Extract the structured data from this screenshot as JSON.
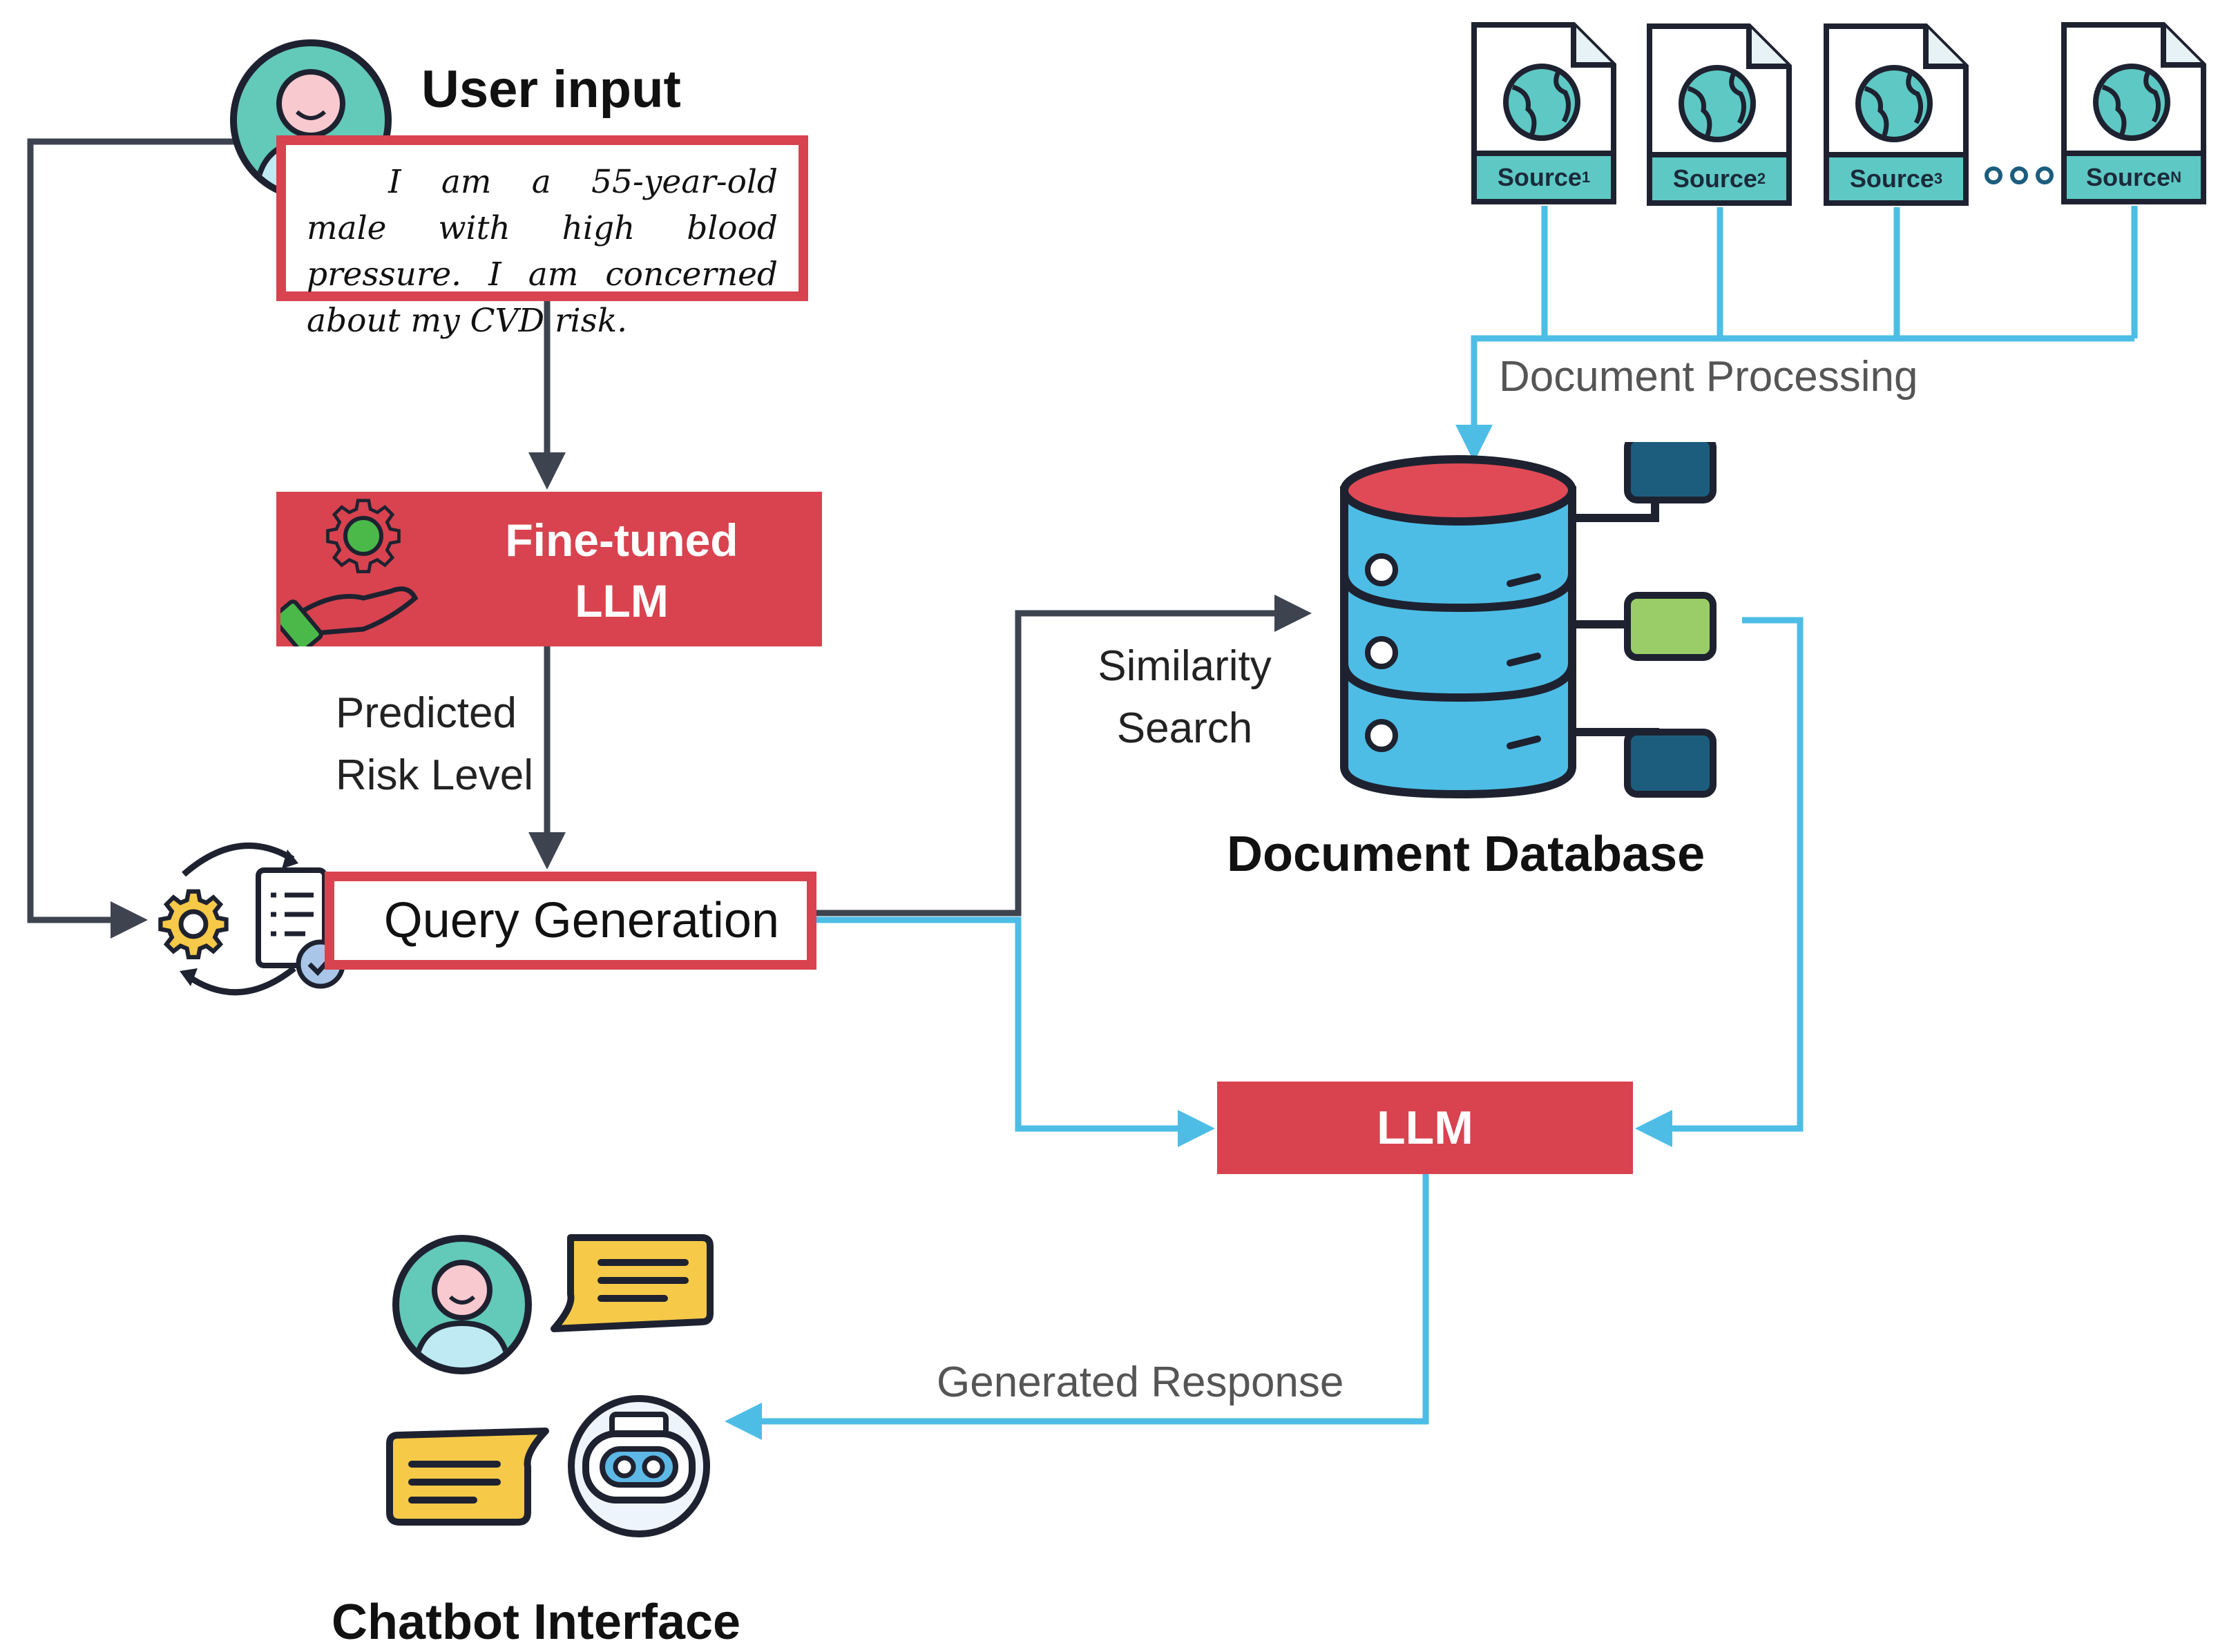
{
  "user_input": {
    "title": "User input",
    "text": "I am a 55-year-old male with high blood pressure. I am concerned about my CVD risk."
  },
  "finetuned_llm": {
    "line1": "Fine-tuned",
    "line2": "LLM"
  },
  "predicted_risk": {
    "line1": "Predicted",
    "line2": "Risk Level"
  },
  "query_generation": {
    "label": "Query Generation"
  },
  "similarity_search": {
    "line1": "Similarity",
    "line2": "Search"
  },
  "document_database": {
    "label": "Document Database"
  },
  "document_processing": {
    "label": "Document Processing"
  },
  "sources": [
    {
      "name": "Source",
      "sub": "1"
    },
    {
      "name": "Source",
      "sub": "2"
    },
    {
      "name": "Source",
      "sub": "3"
    },
    {
      "name": "Source",
      "sub": "N"
    }
  ],
  "llm": {
    "label": "LLM"
  },
  "generated_response": {
    "label": "Generated Response"
  },
  "chatbot_interface": {
    "label": "Chatbot Interface"
  },
  "colors": {
    "red": "#d8434f",
    "dark_line": "#3d4450",
    "blue_line": "#4dbde6",
    "teal": "#5ec8c4",
    "yellow": "#f7c948"
  },
  "icons": [
    "user-avatar-icon",
    "gear-hand-icon",
    "settings-document-icon",
    "database-icon",
    "web-document-icon",
    "chat-bubble-icon",
    "robot-icon"
  ]
}
